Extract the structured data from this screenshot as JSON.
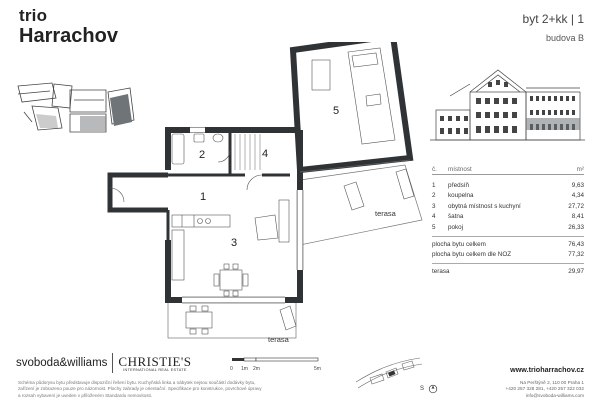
{
  "brand": {
    "line1": "trio",
    "line2": "Harrachov"
  },
  "unit": {
    "title": "byt 2+kk | 1",
    "building": "budova B"
  },
  "plan_labels": {
    "r1": "1",
    "r2": "2",
    "r3": "3",
    "r4": "4",
    "r5": "5",
    "terrace_right": "terasa",
    "terrace_bottom": "terasa"
  },
  "rooms_table": {
    "col_no": "č.",
    "col_room": "místnost",
    "col_area": "m²",
    "rows": [
      {
        "no": "1",
        "name": "předsíň",
        "area": "9,63"
      },
      {
        "no": "2",
        "name": "koupelna",
        "area": "4,34"
      },
      {
        "no": "3",
        "name": "obytná místnost s kuchyní",
        "area": "27,72"
      },
      {
        "no": "4",
        "name": "šatna",
        "area": "8,41"
      },
      {
        "no": "5",
        "name": "pokoj",
        "area": "26,33"
      }
    ],
    "total_label": "plocha bytu celkem",
    "total_value": "76,43",
    "total_noz_label": "plocha bytu celkem dle NOZ",
    "total_noz_value": "77,32",
    "terrace_label": "terasa",
    "terrace_value": "29,97"
  },
  "scale": {
    "t0": "0",
    "t1": "1m",
    "t2": "2m",
    "t5": "5m"
  },
  "logos": {
    "svw_a": "svoboda",
    "svw_amp": "&",
    "svw_b": "williams",
    "christies": "CHRISTIE'S",
    "christies_sub": "INTERNATIONAL REAL ESTATE"
  },
  "disclaimer": [
    "Schéma půdorysu bytu představuje dispoziční řešení bytu. Kuchyňská linka a nábytek nejsou součástí dodávky bytu,",
    "zařízení je zobrazeno pouze pro názornost. Plochy zahrady je orientační. Specifikace pro konstrukce, povrchové úpravy",
    "a rozsah vybavení je uveden v přiloženém Standardu nemovitosti."
  ],
  "contact": {
    "website": "www.trioharrachov.cz",
    "address": "Na Perštýně 2, 110 00 Praha 1",
    "phones": "+420 257 328 281, +420 257 322 032",
    "email": "info@svoboda-williams.com"
  },
  "north": "S",
  "colors": {
    "wall": "#2f3336",
    "highlight": "#6f7478",
    "line": "#555555"
  }
}
